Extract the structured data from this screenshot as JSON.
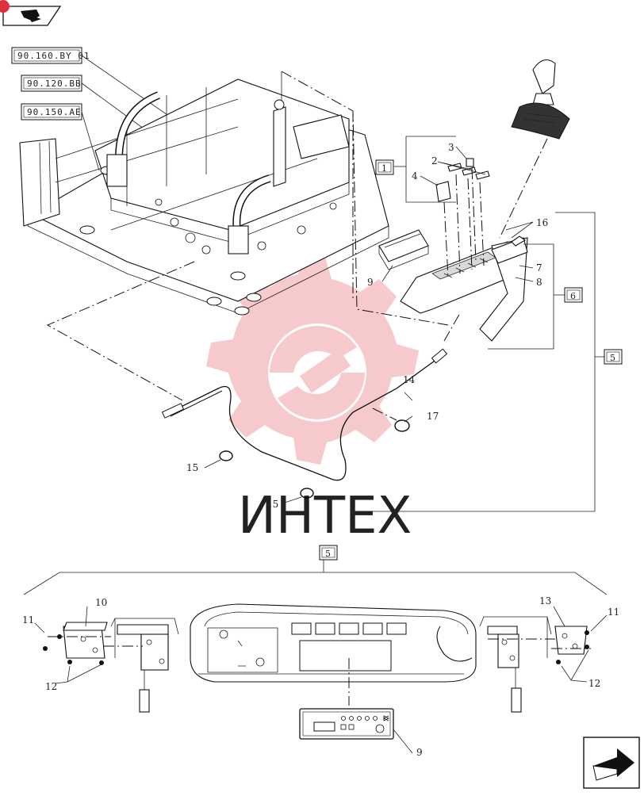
{
  "colors": {
    "watermark_gear": "#f4b8bc",
    "watermark_text": "#c9c9c9",
    "ink": "#111111",
    "badge": "#e0303c"
  },
  "header": {
    "icon": "back-arrow-icon"
  },
  "footer": {
    "icon": "next-page-arrow-icon"
  },
  "refs": {
    "ref1": "90.160.BY 01",
    "ref2": "90.120.BB",
    "ref3": "90.150.AE"
  },
  "callouts": {
    "c1": "1",
    "c2": "2",
    "c3": "3",
    "c4": "4",
    "c5_top": "5",
    "c6": "6",
    "c7": "7",
    "c8": "8",
    "c9_top": "9",
    "c14": "14",
    "c15_a": "15",
    "c15_b": "15",
    "c16": "16",
    "c17": "17",
    "c5_bottom": "5",
    "c10": "10",
    "c11_left": "11",
    "c11_right": "11",
    "c12_left": "12",
    "c12_right": "12",
    "c13": "13",
    "c9_bottom": "9"
  },
  "watermark": {
    "text": "ИНТЕХ"
  }
}
